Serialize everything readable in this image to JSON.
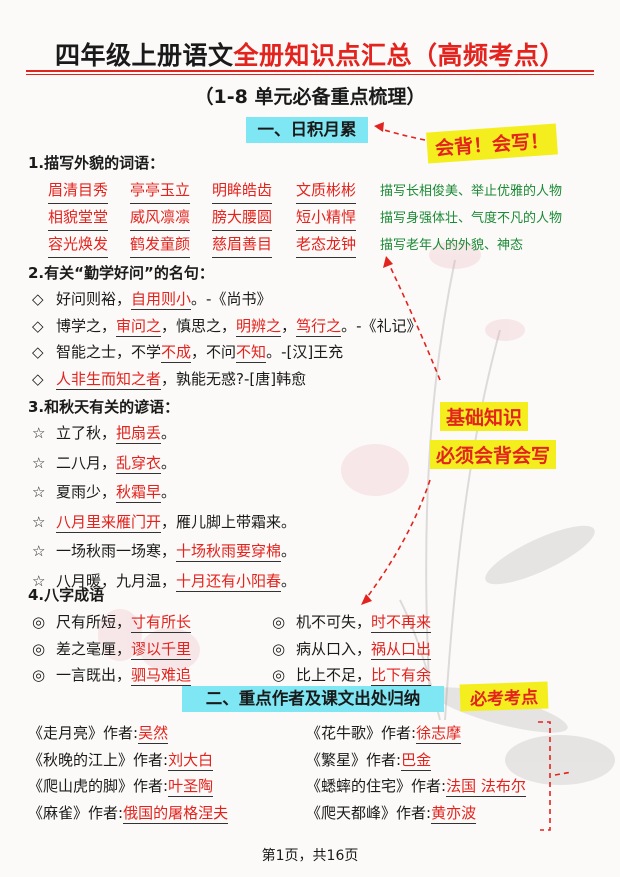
{
  "title": {
    "black": "四年级上册语文",
    "red": "全册知识点汇总（高频考点）"
  },
  "subtitle": "（1-8 单元必备重点梳理）",
  "notes": {
    "recite": "会背！会写！",
    "basic_1": "基础知识",
    "basic_2": "必须会背会写",
    "exam": "必考考点"
  },
  "section1": {
    "banner": "一、日积月累"
  },
  "part1": {
    "heading": "1.描写外貌的词语：",
    "groups": [
      {
        "words": [
          "眉清目秀",
          "亭亭玉立",
          "明眸皓齿",
          "文质彬彬"
        ],
        "desc": "描写长相俊美、举止优雅的人物"
      },
      {
        "words": [
          "相貌堂堂",
          "威风凛凛",
          "膀大腰圆",
          "短小精悍"
        ],
        "desc": "描写身强体壮、气度不凡的人物"
      },
      {
        "words": [
          "容光焕发",
          "鹤发童颜",
          "慈眉善目",
          "老态龙钟"
        ],
        "desc": "描写老年人的外貌、神态"
      }
    ]
  },
  "part2": {
    "heading": "2.有关“勤学好问”的名句：",
    "marker": "◇",
    "items": [
      [
        "好问则裕，",
        "自用则小",
        "。-《尚书》"
      ],
      [
        "博学之，",
        "审问之",
        "，慎思之，",
        "明辨之",
        "，",
        "笃行之",
        "。-《礼记》"
      ],
      [
        "智能之士，不学",
        "不成",
        "，不问",
        "不知",
        "。-[汉]王充"
      ],
      [
        "",
        "人非生而知之者",
        "，孰能无惑?-[唐]韩愈"
      ]
    ]
  },
  "part3": {
    "heading": "3.和秋天有关的谚语：",
    "marker": "☆",
    "items": [
      [
        "立了秋，",
        "把扇丢",
        "。"
      ],
      [
        "二八月，",
        "乱穿衣",
        "。"
      ],
      [
        "夏雨少，",
        "秋霜早",
        "。"
      ],
      [
        "",
        "八月里来雁门开",
        "，雁儿脚上带霜来。"
      ],
      [
        "一场秋雨一场寒，",
        "十场秋雨要穿棉",
        "。"
      ],
      [
        "八月暖，九月温，",
        "十月还有小阳春",
        "。"
      ]
    ]
  },
  "part4": {
    "heading": "4.八字成语",
    "marker": "◎",
    "left": [
      [
        "尺有所短，",
        "寸有所长"
      ],
      [
        "差之毫厘，",
        "谬以千里"
      ],
      [
        "一言既出，",
        "驷马难追"
      ]
    ],
    "right": [
      [
        "机不可失，",
        "时不再来"
      ],
      [
        "病从口入，",
        "祸从口出"
      ],
      [
        "比上不足，",
        "比下有余"
      ]
    ]
  },
  "section2": {
    "banner": "二、重点作者及课文出处归纳"
  },
  "works": {
    "left": [
      {
        "title": "《走月亮》作者:",
        "author": "吴然"
      },
      {
        "title": "《秋晚的江上》作者:",
        "author": "刘大白"
      },
      {
        "title": "《爬山虎的脚》作者:",
        "author": "叶圣陶"
      },
      {
        "title": "《麻雀》作者:",
        "author": "俄国的屠格涅夫"
      }
    ],
    "right": [
      {
        "title": "《花牛歌》作者:",
        "author": "徐志摩"
      },
      {
        "title": "《繁星》作者:",
        "author": "巴金"
      },
      {
        "title": "《蟋蟀的住宅》作者:",
        "author": "法国  法布尔"
      },
      {
        "title": "《爬天都峰》作者:",
        "author": "黄亦波"
      }
    ]
  },
  "footer": "第1页，共16页",
  "colors": {
    "accent": "#e3231e",
    "green": "#1c8a36",
    "banner": "#7fe6f3",
    "note_bg": "#f5ee1f"
  }
}
